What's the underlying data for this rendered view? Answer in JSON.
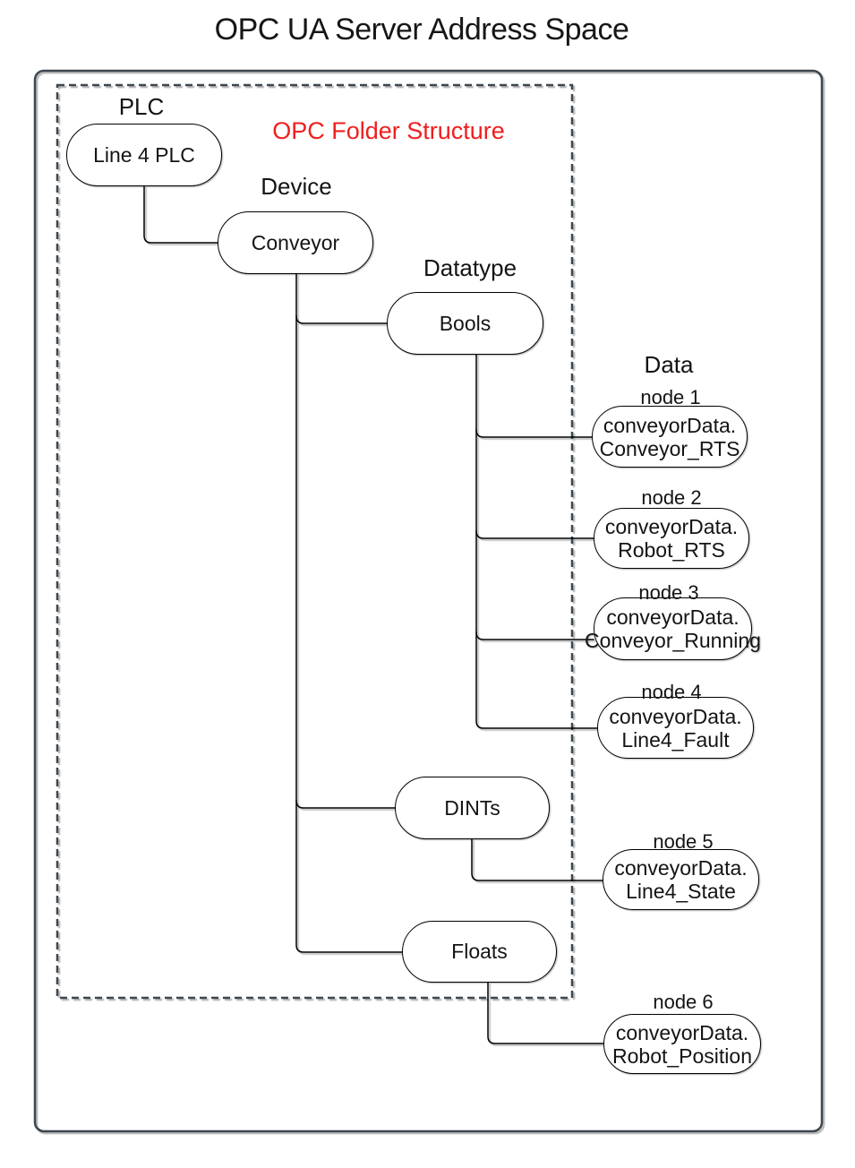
{
  "title": "OPC UA Server Address Space",
  "annotation": {
    "text": "OPC Folder Structure",
    "color": "#f01e1e"
  },
  "colors": {
    "background": "#ffffff",
    "frame_border": "#3c4650",
    "node_border": "#000000",
    "text": "#141414",
    "annotation_red": "#f01e1e"
  },
  "levels": {
    "plc": "PLC",
    "device": "Device",
    "datatype": "Datatype",
    "data": "Data"
  },
  "folders": {
    "plc_node": {
      "label": "Line 4 PLC"
    },
    "device_node": {
      "label": "Conveyor"
    },
    "bools": {
      "label": "Bools"
    },
    "dints": {
      "label": "DINTs"
    },
    "floats": {
      "label": "Floats"
    }
  },
  "data_nodes": [
    {
      "label": "node 1",
      "value_line1": "conveyorData.",
      "value_line2": "Conveyor_RTS",
      "parent": "Bools"
    },
    {
      "label": "node 2",
      "value_line1": "conveyorData.",
      "value_line2": "Robot_RTS",
      "parent": "Bools"
    },
    {
      "label": "node 3",
      "value_line1": "conveyorData.",
      "value_line2": "Conveyor_Running",
      "parent": "Bools"
    },
    {
      "label": "node 4",
      "value_line1": "conveyorData.",
      "value_line2": "Line4_Fault",
      "parent": "Bools"
    },
    {
      "label": "node 5",
      "value_line1": "conveyorData.",
      "value_line2": "Line4_State",
      "parent": "DINTs"
    },
    {
      "label": "node 6",
      "value_line1": "conveyorData.",
      "value_line2": "Robot_Position",
      "parent": "Floats"
    }
  ]
}
